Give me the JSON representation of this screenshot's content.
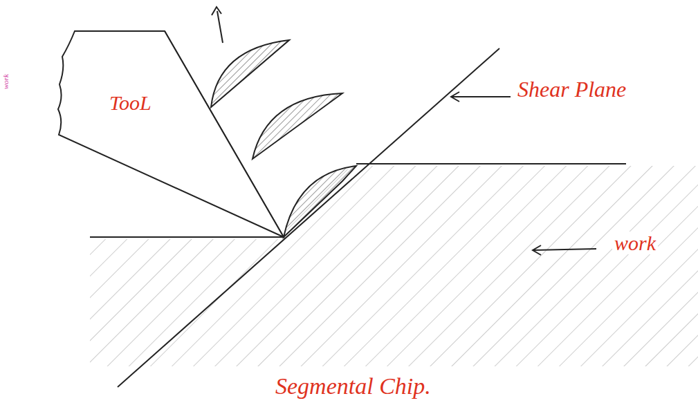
{
  "diagram": {
    "caption": "Segmental Chip.",
    "nodes": [
      {
        "text": [
          "TooL"
        ]
      }
    ],
    "labels": [
      "work",
      "Shear Plane",
      "work"
    ]
  }
}
